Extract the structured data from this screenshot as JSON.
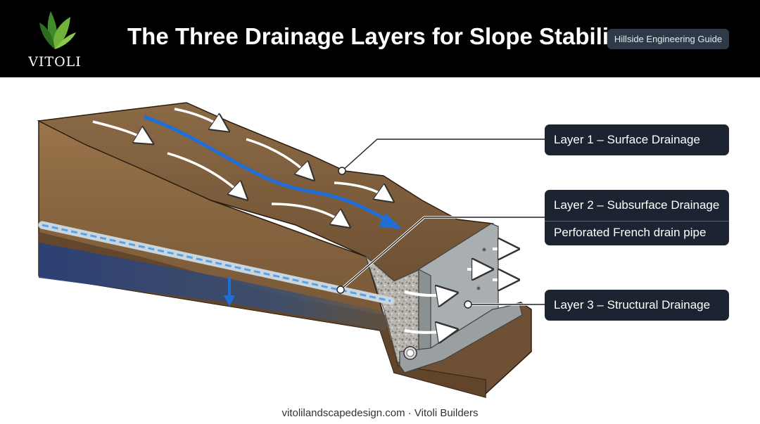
{
  "brand": {
    "name": "VITOLI"
  },
  "header": {
    "title": "The Three Drainage Layers for Slope Stability",
    "badge": "Hillside Engineering Guide"
  },
  "layers": [
    {
      "label": "Layer 1 – Surface Drainage"
    },
    {
      "label": "Layer 2 – Subsurface Drainage",
      "sublabel": "Perforated French drain pipe"
    },
    {
      "label": "Layer 3 – Structural Drainage"
    }
  ],
  "footer": {
    "credit": "vitolilandscapedesign.com · Vitoli Builders"
  },
  "colors": {
    "header_bg": "#000000",
    "label_bg": "#1b2430",
    "water_blue": "#1f6fd6",
    "soil": "#8a6440",
    "concrete": "#9aa0a2",
    "leaf": "#3f8a2c"
  },
  "icons": [
    "leaf-logo-icon",
    "arrow-icon"
  ]
}
